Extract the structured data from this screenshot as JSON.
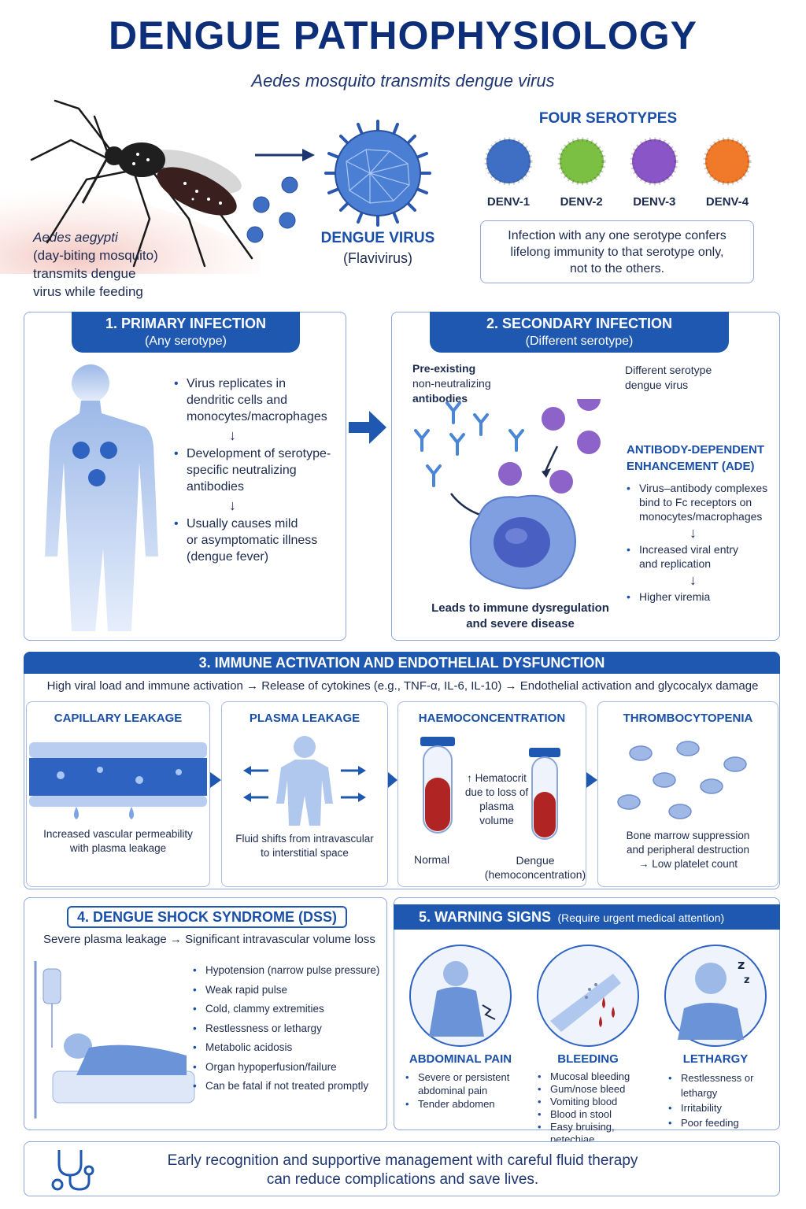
{
  "header": {
    "title": "DENGUE PATHOPHYSIOLOGY",
    "subtitle": "Aedes mosquito transmits dengue virus"
  },
  "mosquito": {
    "species": "Aedes aegypti",
    "desc_1": "(day-biting mosquito)",
    "desc_2": "transmits dengue",
    "desc_3": "virus while feeding"
  },
  "virus": {
    "name": "DENGUE VIRUS",
    "family": "(Flavivirus)"
  },
  "serotypes": {
    "heading": "FOUR SEROTYPES",
    "items": [
      {
        "label": "DENV-1",
        "color": "#3f6fc4"
      },
      {
        "label": "DENV-2",
        "color": "#7cc043"
      },
      {
        "label": "DENV-3",
        "color": "#8a55c6"
      },
      {
        "label": "DENV-4",
        "color": "#f07a2a"
      }
    ],
    "note_1": "Infection with any one serotype confers",
    "note_2": "lifelong immunity to that serotype only,",
    "note_3": "not to the others."
  },
  "primary": {
    "title": "1. PRIMARY INFECTION",
    "sub": "(Any serotype)",
    "step1": [
      "Virus replicates in",
      "dendritic cells and",
      "monocytes/macrophages"
    ],
    "step2": [
      "Development of serotype-",
      "specific neutralizing",
      "antibodies"
    ],
    "step3": [
      "Usually causes mild",
      "or asymptomatic illness",
      "(dengue fever)"
    ]
  },
  "secondary": {
    "title": "2. SECONDARY INFECTION",
    "sub": "(Different serotype)",
    "pre_1": "Pre-existing",
    "pre_2": "non-neutralizing",
    "pre_3": "antibodies",
    "diff_1": "Different serotype",
    "diff_2": "dengue virus",
    "ade_1": "ANTIBODY-DEPENDENT",
    "ade_2": "ENHANCEMENT (ADE)",
    "ade_b1": [
      "Virus–antibody complexes",
      "bind to Fc receptors on",
      "monocytes/macrophages"
    ],
    "ade_b2": [
      "Increased viral entry",
      "and replication"
    ],
    "ade_b3": "Higher viremia",
    "lead_1": "Leads to immune dysregulation",
    "lead_2": "and severe disease"
  },
  "immune": {
    "title": "3.  IMMUNE  ACTIVATION AND ENDOTHELIAL  DYSFUNCTION",
    "summary": "High viral load and immune activation → Release of cytokines (e.g., TNF-α, IL-6, IL-10) → Endothelial activation and glycocalyx damage",
    "capillary": {
      "title": "CAPILLARY LEAKAGE",
      "cap_1": "Increased vascular permeability",
      "cap_2": "with plasma leakage"
    },
    "plasma": {
      "title": "PLASMA LEAKAGE",
      "cap_1": "Fluid shifts from intravascular",
      "cap_2": "to interstitial space"
    },
    "haemo": {
      "title": "HAEMOCONCENTRATION",
      "note_1": "↑ Hematocrit",
      "note_2": "due to loss of",
      "note_3": "plasma volume",
      "normal": "Normal",
      "dengue_1": "Dengue",
      "dengue_2": "(hemoconcentration)"
    },
    "thrombo": {
      "title": "THROMBOCYTOPENIA",
      "cap_1": "Bone marrow suppression",
      "cap_2": "and peripheral destruction",
      "cap_3": "→ Low platelet count"
    }
  },
  "dss": {
    "title": "4. DENGUE SHOCK SYNDROME (DSS)",
    "summary": "Severe plasma leakage → Significant intravascular volume loss",
    "items": [
      "Hypotension (narrow pulse pressure)",
      "Weak rapid pulse",
      "Cold, clammy extremities",
      "Restlessness or lethargy",
      "Metabolic acidosis",
      "Organ hypoperfusion/failure",
      "Can be fatal if not treated promptly"
    ]
  },
  "warning": {
    "title": "5.  WARNING SIGNS",
    "title_note": "(Require urgent medical attention)",
    "abdominal": {
      "title": "ABDOMINAL PAIN",
      "items": [
        "Severe or persistent abdominal pain",
        "Tender abdomen"
      ]
    },
    "bleeding": {
      "title": "BLEEDING",
      "items": [
        "Mucosal bleeding",
        "Gum/nose bleed",
        "Vomiting blood",
        "Blood in stool",
        "Easy bruising, petechiae"
      ]
    },
    "lethargy": {
      "title": "LETHARGY",
      "items": [
        "Restlessness or lethargy",
        "Irritability",
        "Poor feeding"
      ]
    }
  },
  "footer": {
    "line_1": "Early recognition and supportive management with careful fluid therapy",
    "line_2": "can reduce complications and save lives."
  }
}
